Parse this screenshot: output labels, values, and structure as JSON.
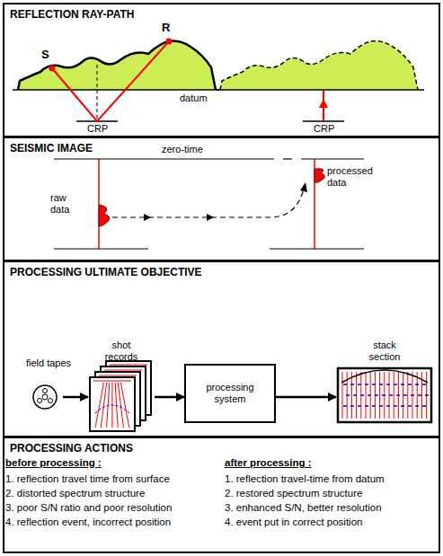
{
  "diagram": {
    "nodes": [
      {
        "text": [
          "REFLECTION RAY-PATH"
        ]
      },
      {
        "text": [
          "SEISMIC IMAGE"
        ]
      },
      {
        "text": [
          "PROCESSING ULTIMATE OBJECTIVE"
        ]
      },
      {
        "text": [
          "field tapes"
        ],
        "in": 2
      },
      {
        "text": [
          "shot records"
        ],
        "in": 2
      },
      {
        "text": [
          "processing system"
        ],
        "in": 2
      },
      {
        "text": [
          "stack section"
        ],
        "in": 2
      },
      {
        "text": [
          "PROCESSING ACTIONS"
        ]
      }
    ],
    "edges": [
      {
        "from": 3,
        "to": 4,
        "arrow": "to"
      },
      {
        "from": 4,
        "to": 5,
        "arrow": "to"
      },
      {
        "from": 5,
        "to": 6,
        "arrow": "to"
      }
    ],
    "labels": [
      "S",
      "R",
      "datum",
      "CRP",
      "CRP",
      "zero-time",
      "raw data",
      "processed data",
      "before processing :",
      "1. reflection travel time from surface",
      "2. distorted spectrum structure",
      "3. poor S/N ratio and poor resolution",
      "4. reflection event, incorrect position",
      "after processing :",
      "1. reflection travel-time from datum",
      "2. restored spectrum structure",
      "3. enhanced S/N, better resolution",
      "4. event put in correct position"
    ]
  }
}
